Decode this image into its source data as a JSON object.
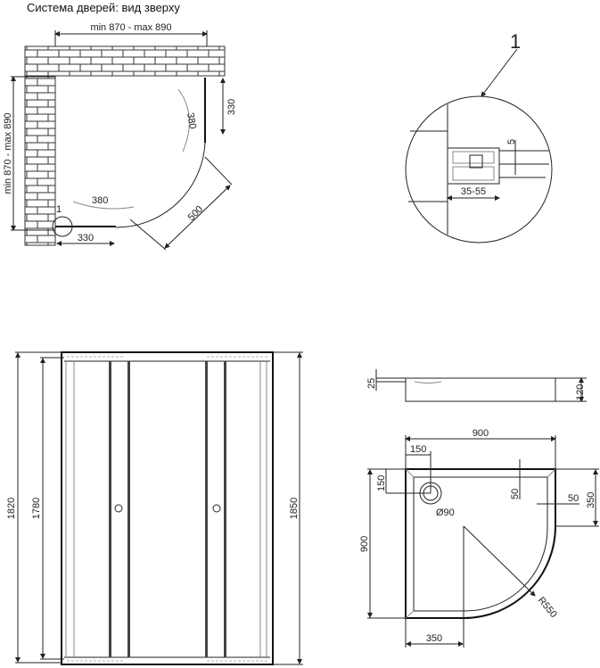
{
  "top_view": {
    "title": "Система дверей: вид зверху",
    "width_dim": "min 870 - max 890",
    "depth_dim": "min 870 - max 890",
    "side_panel_dim": "330",
    "bottom_panel_dim": "330",
    "door_swing_right": "380",
    "door_swing_bottom": "380",
    "door_opening": "500",
    "callout": "1"
  },
  "detail": {
    "callout": "1",
    "gap_dim": "5",
    "adjust_dim": "35-55"
  },
  "front_view": {
    "height_outer_left": "1820",
    "height_inner_left": "1780",
    "height_right": "1850"
  },
  "tray": {
    "rim_dim": "25",
    "height_dim": "120",
    "width_dim": "900",
    "depth_dim": "900",
    "drain_x_dim": "150",
    "drain_y_dim": "150",
    "drain_diameter": "Ø90",
    "rim_width_top": "50",
    "rim_width_side": "50",
    "straight_side_right": "350",
    "straight_side_bottom": "350",
    "radius": "R550"
  }
}
